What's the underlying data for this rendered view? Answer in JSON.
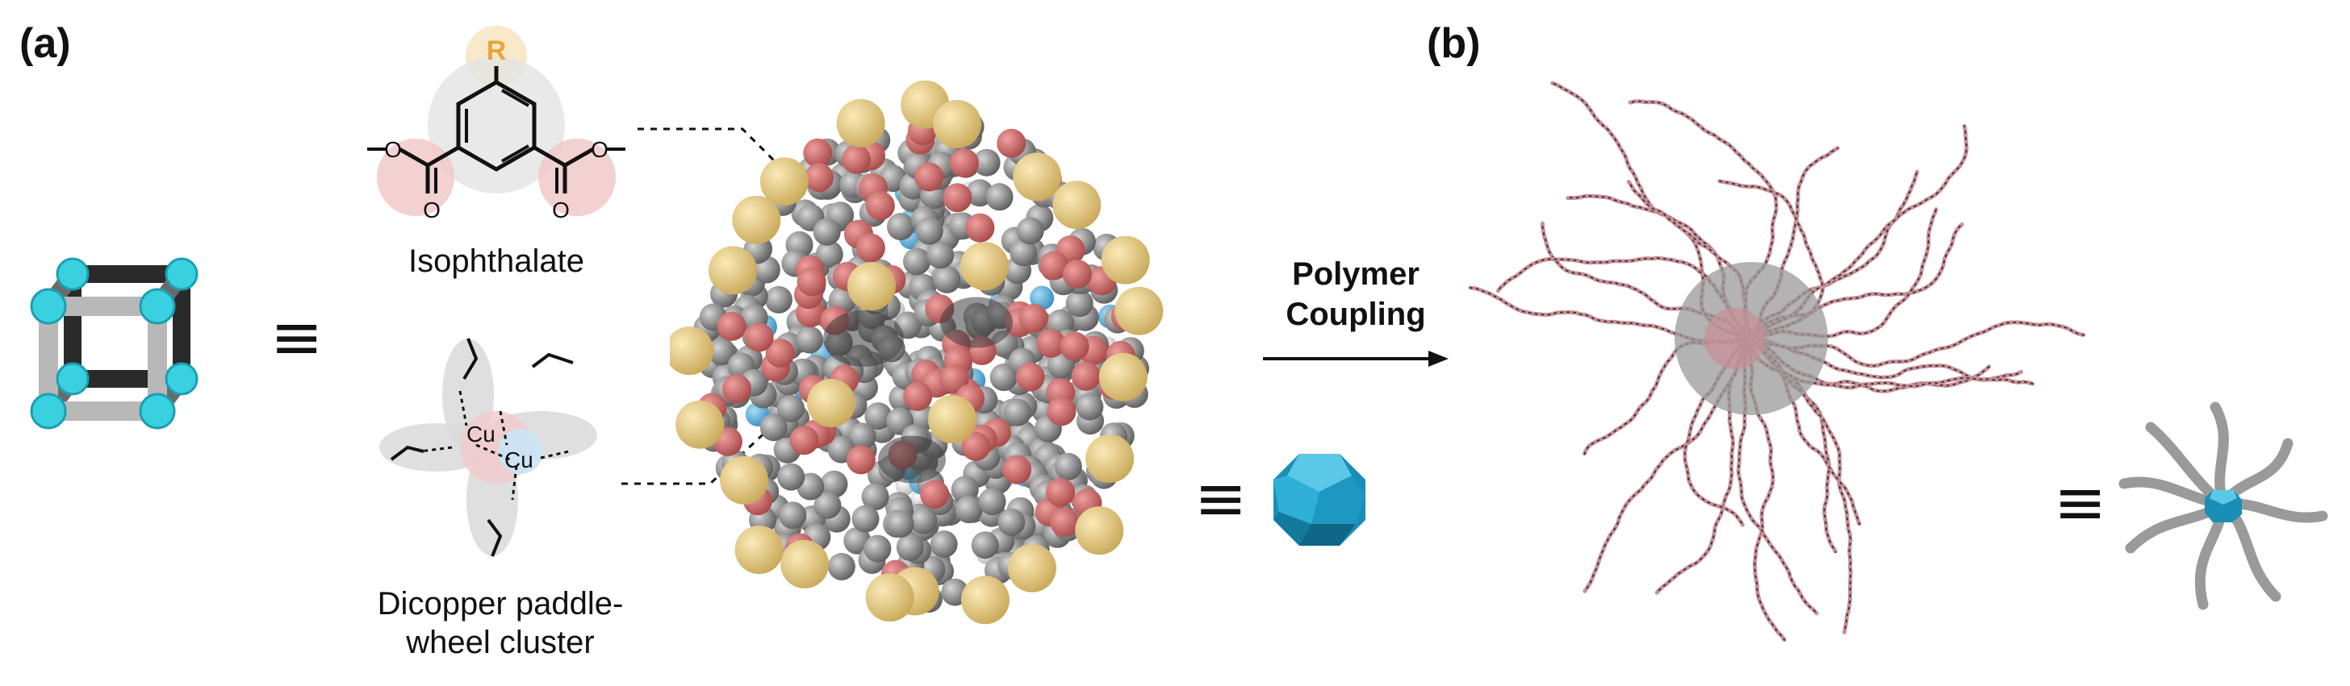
{
  "panels": {
    "a_label": "(a)",
    "b_label": "(b)"
  },
  "isophthalate": {
    "caption": "Isophthalate",
    "r_group": "R",
    "r_color": "#e8a43a"
  },
  "paddlewheel": {
    "caption_line1": "Dicopper paddle-",
    "caption_line2": "wheel cluster",
    "metal_1": "Cu",
    "metal_2": "Cu",
    "oxygen": "O"
  },
  "arrow": {
    "line1": "Polymer",
    "line2": "Coupling"
  },
  "equivalence_symbol": "≡",
  "colors": {
    "cyan_node": "#39d0e0",
    "cage_blue": "#1fa6cc",
    "oxygen_red": "#d46a6a",
    "carbon_gray": "#8c8c8c",
    "r_sphere": "#e9cf8a",
    "polymer_pink": "#c98f96",
    "polymer_dark": "#3a3a3a"
  },
  "icons": [
    "cube-model-icon",
    "cuboctahedron-icon",
    "star-polymer-icon"
  ]
}
